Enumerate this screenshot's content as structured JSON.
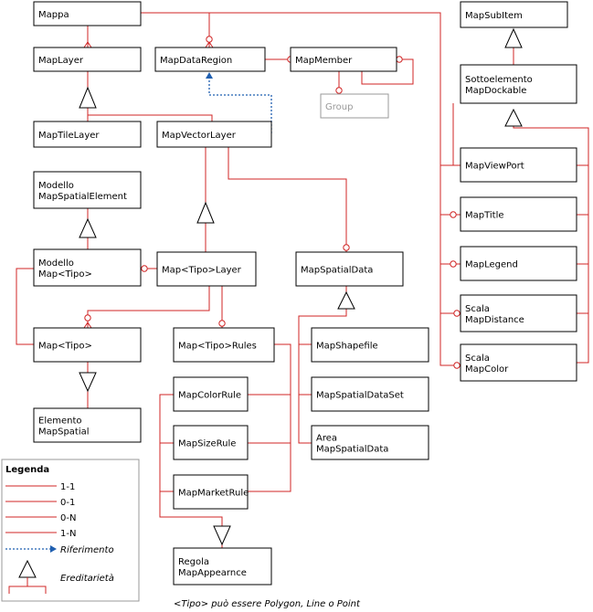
{
  "entities": {
    "mappa": [
      "Mappa"
    ],
    "map_layer": [
      "MapLayer"
    ],
    "map_data_region": [
      "MapDataRegion"
    ],
    "map_member": [
      "MapMember"
    ],
    "group": [
      "Group"
    ],
    "map_tile_layer": [
      "MapTileLayer"
    ],
    "map_vector_layer": [
      "MapVectorLayer"
    ],
    "modello_map_spatial_element": [
      "Modello",
      "MapSpatialElement"
    ],
    "modello_map_tipo": [
      "Modello",
      "Map<Tipo>"
    ],
    "map_tipo_layer": [
      "Map<Tipo>Layer"
    ],
    "map_spatial_data": [
      "MapSpatialData"
    ],
    "map_tipo": [
      "Map<Tipo>"
    ],
    "map_tipo_rules": [
      "Map<Tipo>Rules"
    ],
    "elemento_map_spatial": [
      "Elemento",
      "MapSpatial"
    ],
    "map_color_rule": [
      "MapColorRule"
    ],
    "map_size_rule": [
      "MapSizeRule"
    ],
    "map_market_rule": [
      "MapMarketRule"
    ],
    "regola_map_appearnce": [
      "Regola",
      "MapAppearnce"
    ],
    "map_shapefile": [
      "MapShapefile"
    ],
    "map_spatial_data_set": [
      "MapSpatialDataSet"
    ],
    "area_map_spatial_data": [
      "Area",
      "MapSpatialData"
    ],
    "map_sub_item": [
      "MapSubItem"
    ],
    "sottoelemento_map_dockable": [
      "Sottoelemento",
      "MapDockable"
    ],
    "map_view_port": [
      "MapViewPort"
    ],
    "map_title": [
      "MapTitle"
    ],
    "map_legend": [
      "MapLegend"
    ],
    "scala_map_distance": [
      "Scala",
      "MapDistance"
    ],
    "scala_map_color": [
      "Scala",
      "MapColor"
    ]
  },
  "legend": {
    "title": "Legenda",
    "one_one": "1-1",
    "zero_one": "0-1",
    "zero_n": "0-N",
    "one_n": "1-N",
    "riferimento": "Riferimento",
    "ereditarieta": "Ereditarietà"
  },
  "footnote": "<Tipo> può essere Polygon, Line o Point",
  "colors": {
    "relationship": "#d02424",
    "reference": "#1f5fb0",
    "box_border": "#000000",
    "muted": "#999999"
  }
}
